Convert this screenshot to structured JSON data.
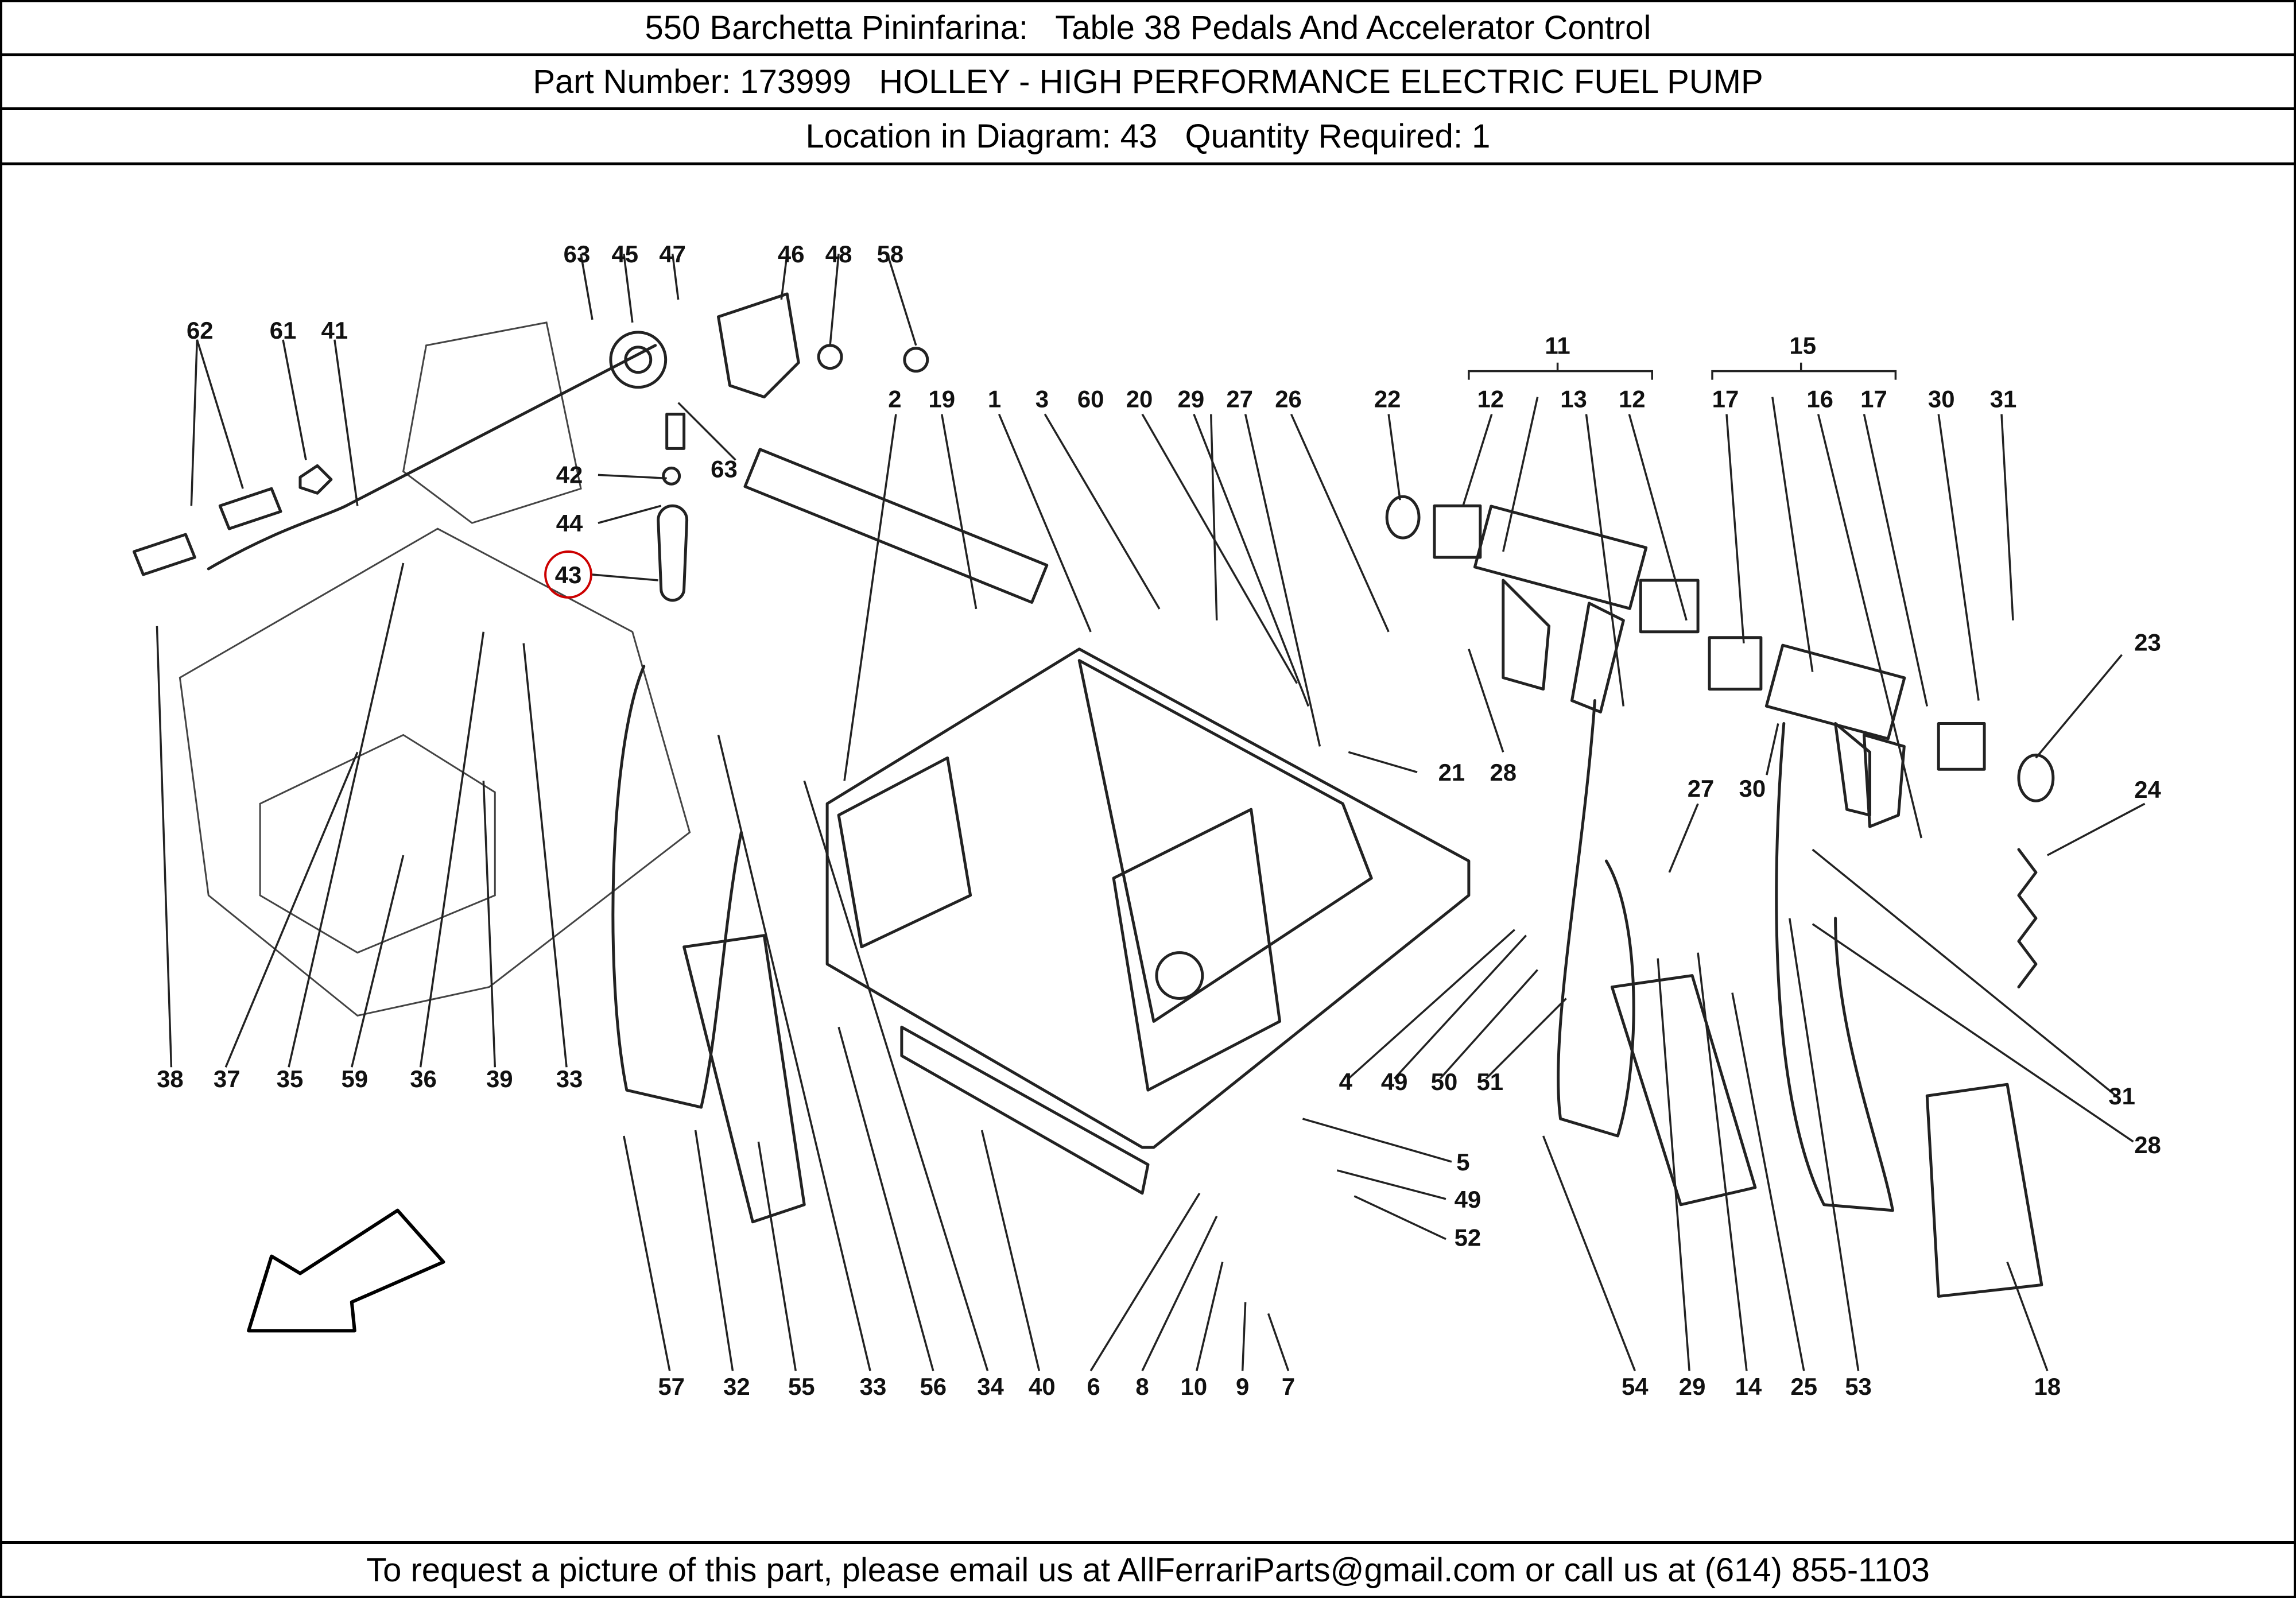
{
  "header": {
    "title": "550 Barchetta Pininfarina:   Table 38 Pedals And Accelerator Control",
    "part_line": "Part Number: 173999   HOLLEY - HIGH PERFORMANCE ELECTRIC FUEL PUMP",
    "location_line": "Location in Diagram: 43   Quantity Required: 1"
  },
  "footer": {
    "text": "To request a picture of this part, please email us at AllFerrariParts@gmail.com or call us at (614) 855-1103"
  },
  "diagram": {
    "highlight_color": "#cc0000",
    "highlighted_label": "43",
    "callouts": {
      "c63a": "63",
      "c45": "45",
      "c47": "47",
      "c46": "46",
      "c48": "48",
      "c58": "58",
      "c62": "62",
      "c61": "61",
      "c41": "41",
      "c42": "42",
      "c44": "44",
      "c43": "43",
      "c63b": "63",
      "c2": "2",
      "c19": "19",
      "c1": "1",
      "c3": "3",
      "c60": "60",
      "c20": "20",
      "c29a": "29",
      "c27a": "27",
      "c26": "26",
      "c22": "22",
      "c11": "11",
      "c12a": "12",
      "c13": "13",
      "c12b": "12",
      "c15": "15",
      "c17a": "17",
      "c16": "16",
      "c17b": "17",
      "c30a": "30",
      "c31a": "31",
      "c23": "23",
      "c24": "24",
      "c21": "21",
      "c28a": "28",
      "c27b": "27",
      "c30b": "30",
      "c31b": "31",
      "c28b": "28",
      "b38": "38",
      "b37": "37",
      "b35": "35",
      "b59": "59",
      "b36": "36",
      "b39": "39",
      "b33a": "33",
      "b4": "4",
      "b49a": "49",
      "b50": "50",
      "b51": "51",
      "b5": "5",
      "b49b": "49",
      "b52": "52",
      "f57": "57",
      "f32": "32",
      "f55": "55",
      "f33": "33",
      "f56": "56",
      "f34": "34",
      "f40": "40",
      "f6": "6",
      "f8": "8",
      "f10": "10",
      "f9": "9",
      "f7": "7",
      "f54": "54",
      "f29": "29",
      "f14": "14",
      "f25": "25",
      "f53": "53",
      "f18": "18"
    }
  }
}
